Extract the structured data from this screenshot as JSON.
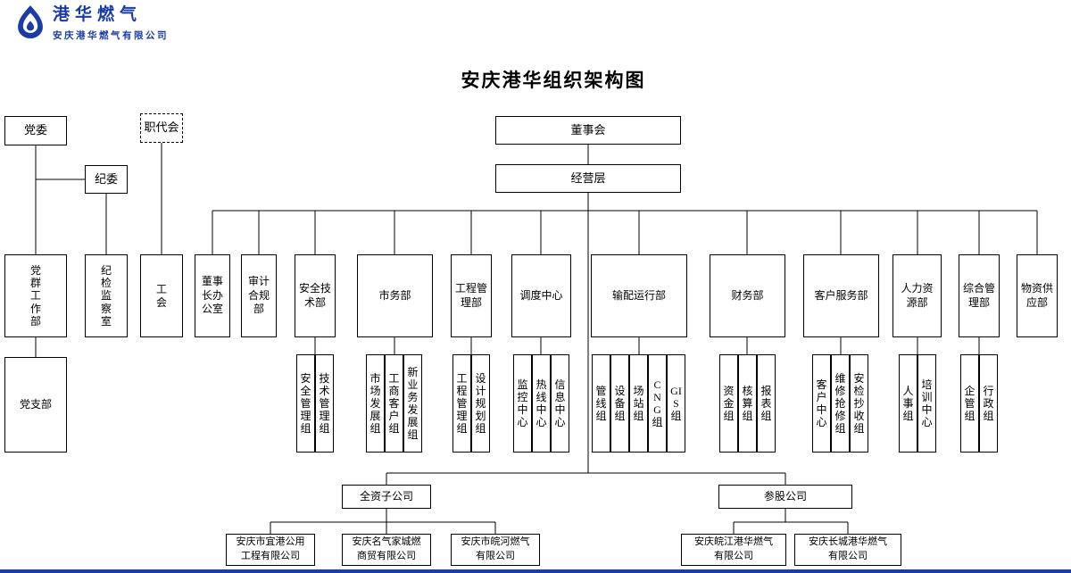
{
  "brand": {
    "name": "港华燃气",
    "company": "安庆港华燃气有限公司"
  },
  "title": "安庆港华组织架构图",
  "colors": {
    "brand_blue": "#1b3ca6",
    "line": "#000000",
    "box_bg": "#ffffff"
  },
  "nodes": {
    "party_committee": "党委",
    "workers_congress": "职代会",
    "discipline_committee": "纪委",
    "board": "董事会",
    "management": "经营层",
    "party_mass_dept": "党群工作部",
    "discipline_office": "纪检监察室",
    "labor_union": "工会",
    "chairman_office": "董事长办公室",
    "audit_compliance": "审计合规部",
    "safety_tech": "安全技术部",
    "marketing": "市务部",
    "engineering": "工程管理部",
    "dispatch": "调度中心",
    "transmission": "输配运行部",
    "finance": "财务部",
    "customer_service": "客户服务部",
    "hr": "人力资源部",
    "general_admin": "综合管理部",
    "materials": "物资供应部",
    "party_branch": "党支部",
    "safety_mgmt": "安全管理组",
    "tech_mgmt": "技术管理组",
    "market_dev": "市场发展组",
    "commercial_customer": "工商客户组",
    "new_business": "新业务发展组",
    "eng_mgmt": "工程管理组",
    "design_planning": "设计规划组",
    "monitoring": "监控中心",
    "hotline": "热线中心",
    "info_center": "信息中心",
    "pipeline": "管线组",
    "equipment": "设备组",
    "station": "场站组",
    "cng": "CNG组",
    "gis": "GIS组",
    "funds": "资金组",
    "accounting": "核算组",
    "reports": "报表组",
    "customer_center": "客户中心",
    "repair": "维修抢修组",
    "inspection": "安检抄收组",
    "personnel": "人事组",
    "training": "培训中心",
    "enterprise_mgmt": "企管组",
    "administration": "行政组",
    "wholly_owned": "全资子公司",
    "shareholding": "参股公司",
    "sub_yigang": "安庆市宜港公用工程有限公司",
    "sub_mingqijia": "安庆名气家城燃商贸有限公司",
    "sub_wanhe": "安庆市皖河燃气有限公司",
    "share_wanjiang": "安庆皖江港华燃气有限公司",
    "share_changcheng": "安庆长城港华燃气有限公司"
  }
}
